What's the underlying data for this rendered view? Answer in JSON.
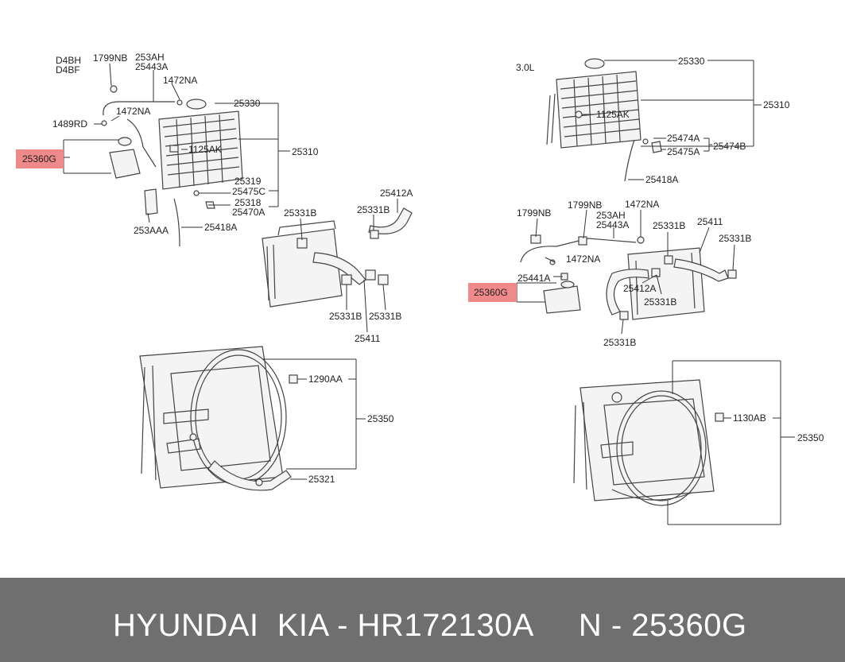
{
  "highlight_color": "#f08a8a",
  "footer": {
    "text": "HYUNDAI  KIA - HR172130A     N - 25360G"
  },
  "labels": {
    "d4bh": "D4BH",
    "d4bf": "D4BF",
    "l_1799nb": "1799NB",
    "l_253ah": "253AH",
    "l_25443a": "25443A",
    "l_1472na_a": "1472NA",
    "l_1472na_b": "1472NA",
    "l_1489rd": "1489RD",
    "l_25360g_left": "25360G",
    "l_25330": "25330",
    "l_1125ak": "1125AK",
    "l_25310": "25310",
    "l_25319": "25319",
    "l_25475c": "25475C",
    "l_25318": "25318",
    "l_25470a": "25470A",
    "l_253aaa": "253AAA",
    "l_25418a": "25418A",
    "l_25331b_a": "25331B",
    "l_25331b_b": "25331B",
    "l_25412a": "25412A",
    "l_25331b_c": "25331B",
    "l_25331b_d": "25331B",
    "l_25411": "25411",
    "l_1290aa": "1290AA",
    "l_25350": "25350",
    "l_25321": "25321",
    "r_30l": "3.0L",
    "r_25330": "25330",
    "r_25310": "25310",
    "r_1125ak": "1125AK",
    "r_25474a": "25474A",
    "r_25475a": "25475A",
    "r_25474b": "25474B",
    "r_25418a": "25418A",
    "r_1799nb_a": "1799NB",
    "r_1799nb_b": "1799NB",
    "r_253ah": "253AH",
    "r_25443a": "25443A",
    "r_1472na_a": "1472NA",
    "r_1472na_b": "1472NA",
    "r_25331b_a": "25331B",
    "r_25411": "25411",
    "r_25331b_b": "25331B",
    "r_25441a": "25441A",
    "r_25360g": "25360G",
    "r_25412a": "25412A",
    "r_25331b_c": "25331B",
    "r_25331b_d": "25331B",
    "r_1130ab": "1130AB",
    "r_25350": "25350"
  }
}
